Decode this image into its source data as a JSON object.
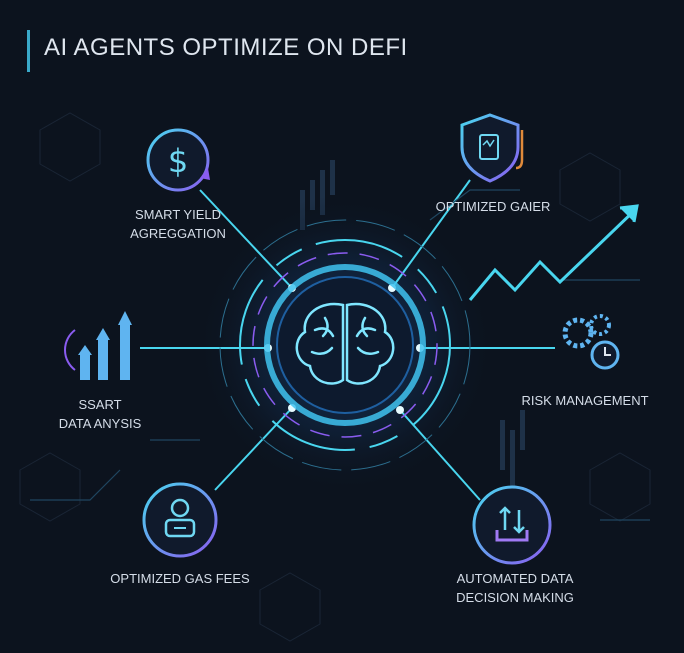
{
  "title": "AI AGENTS OPTIMIZE ON DEFI",
  "colors": {
    "background": "#0c131e",
    "accent_cyan": "#49d6ef",
    "accent_purple": "#8a5cf0",
    "text": "#d5dde8"
  },
  "center": {
    "icon": "brain-icon"
  },
  "nodes": [
    {
      "icon": "dollar-cycle-icon",
      "label_lines": [
        "SMART YIELD",
        "AGREGGATION"
      ]
    },
    {
      "icon": "shield-fuel-pump-icon",
      "label_lines": [
        "OPTIMIZED GAIER"
      ]
    },
    {
      "icon": "bar-arrows-up-icon",
      "label_lines": [
        "SSART",
        "DATA ANYSIS"
      ]
    },
    {
      "icon": "gears-clock-icon",
      "label_lines": [
        "RISK MANAGEMENT"
      ]
    },
    {
      "icon": "user-badge-icon",
      "label_lines": [
        "OPTIMIZED GAS FEES"
      ]
    },
    {
      "icon": "automation-arrows-icon",
      "label_lines": [
        "AUTOMATED DATA",
        "DECISION MAKING"
      ]
    }
  ]
}
